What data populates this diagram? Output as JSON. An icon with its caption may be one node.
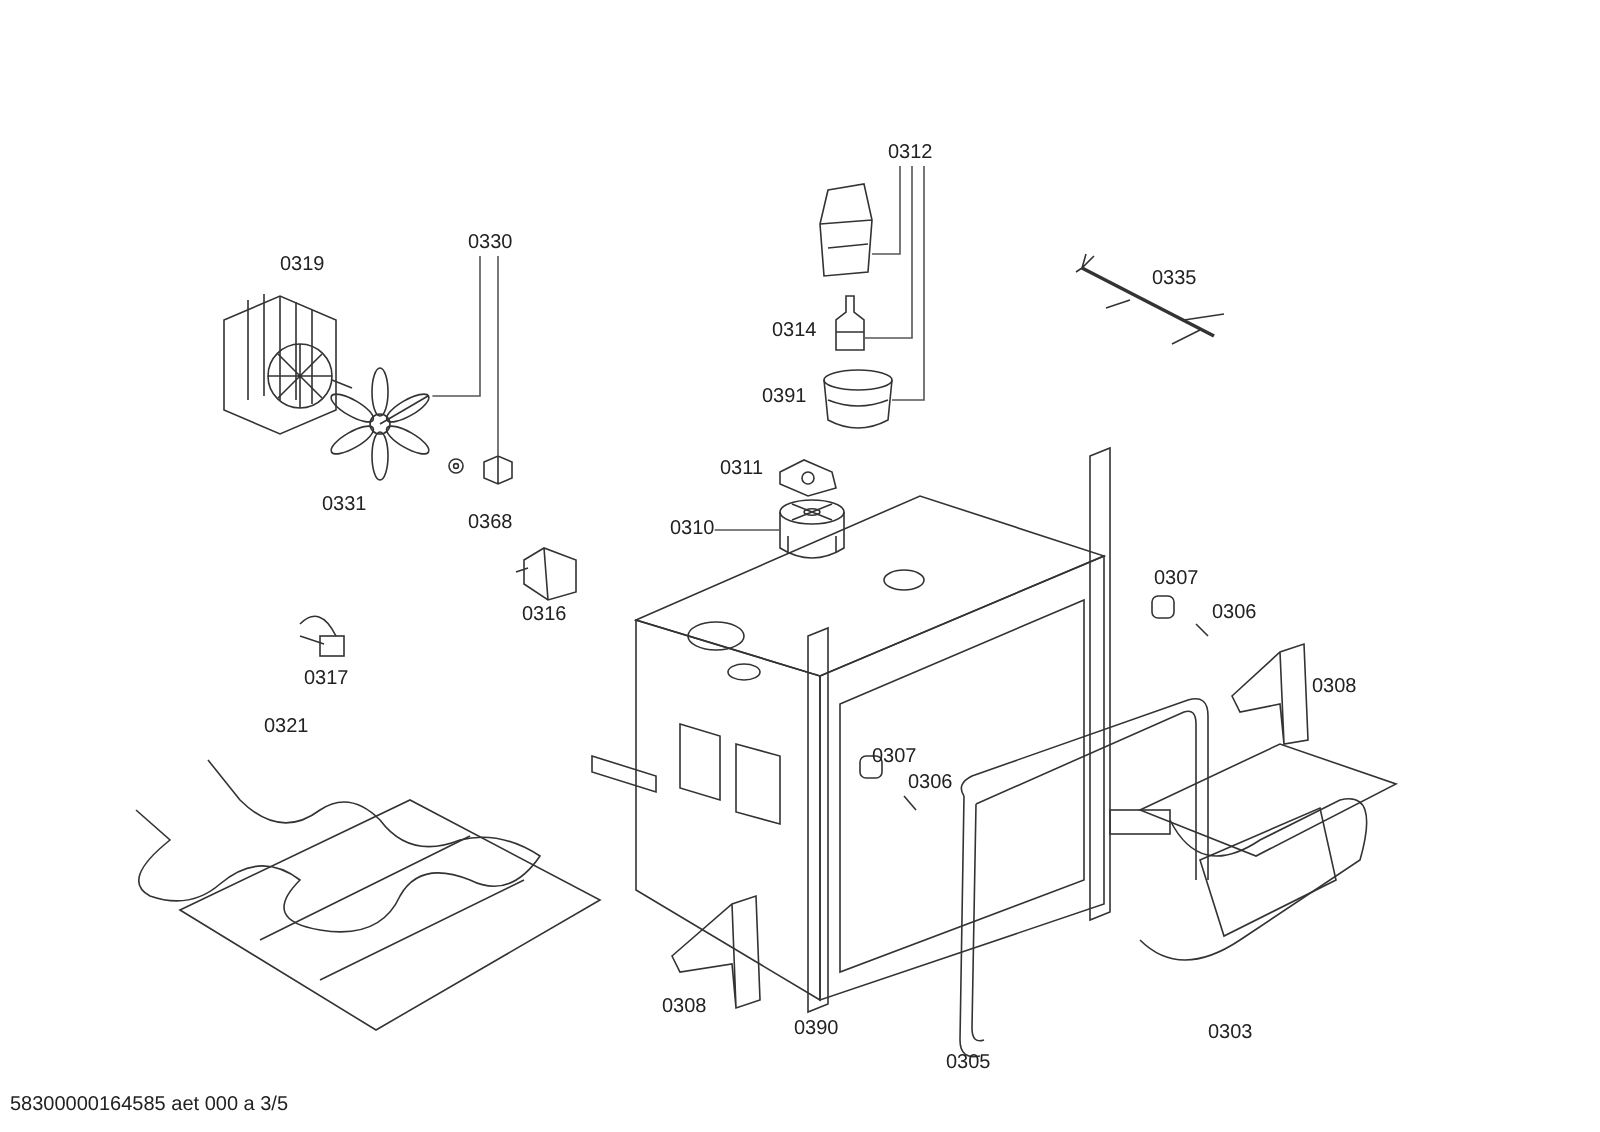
{
  "diagram": {
    "caption": "58300000164585 aet 000 a 3/5",
    "nodes": [
      {
        "text": [
          "0330"
        ]
      },
      {
        "text": [],
        "shape": "picture"
      },
      {
        "text": [],
        "shape": "picture"
      },
      {
        "text": [
          "0312"
        ]
      },
      {
        "text": [],
        "shape": "picture"
      },
      {
        "text": [],
        "shape": "picture"
      },
      {
        "text": [],
        "shape": "picture"
      },
      {
        "text": [
          "0310"
        ]
      },
      {
        "text": [],
        "shape": "picture"
      }
    ],
    "edges": [
      {
        "from": 0,
        "to": 1,
        "arrow": "none"
      },
      {
        "from": 0,
        "to": 2,
        "arrow": "none"
      },
      {
        "from": 3,
        "to": 4,
        "arrow": "none"
      },
      {
        "from": 3,
        "to": 5,
        "arrow": "none"
      },
      {
        "from": 3,
        "to": 6,
        "arrow": "none"
      },
      {
        "from": 7,
        "to": 8,
        "arrow": "none"
      }
    ],
    "labels": [
      "0319",
      "0335",
      "0314",
      "0391",
      "0311",
      "0331",
      "0368",
      "0307",
      "0306",
      "0316",
      "0317",
      "0308",
      "0321",
      "0307",
      "0306",
      "0308",
      "0390",
      "0303",
      "0305"
    ]
  }
}
